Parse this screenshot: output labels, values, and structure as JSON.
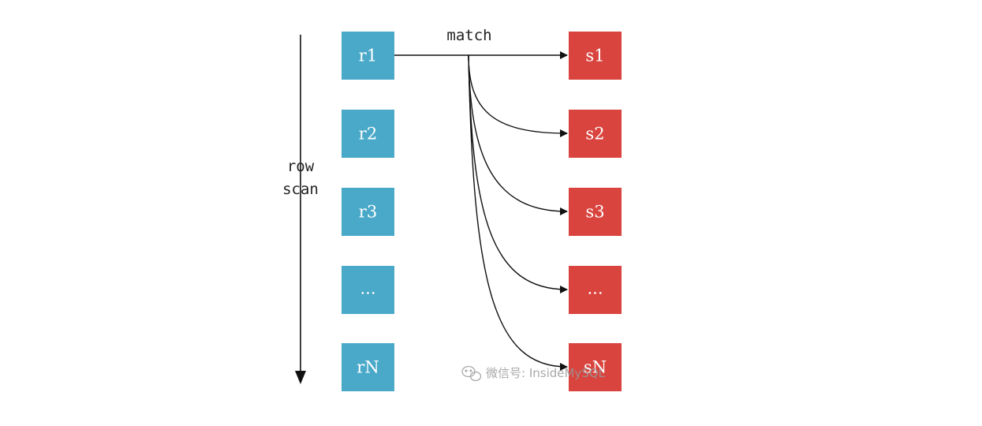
{
  "diagram": {
    "match_label": "match",
    "scan_label_line1": "row",
    "scan_label_line2": "scan",
    "left_boxes": [
      "r1",
      "r2",
      "r3",
      "...",
      "rN"
    ],
    "right_boxes": [
      "s1",
      "s2",
      "s3",
      "...",
      "sN"
    ],
    "watermark": "微信号: InsideMySQL",
    "colors": {
      "left_box": "#4aa9c9",
      "right_box": "#d9443e",
      "line": "#111111",
      "text": "#222222"
    }
  }
}
